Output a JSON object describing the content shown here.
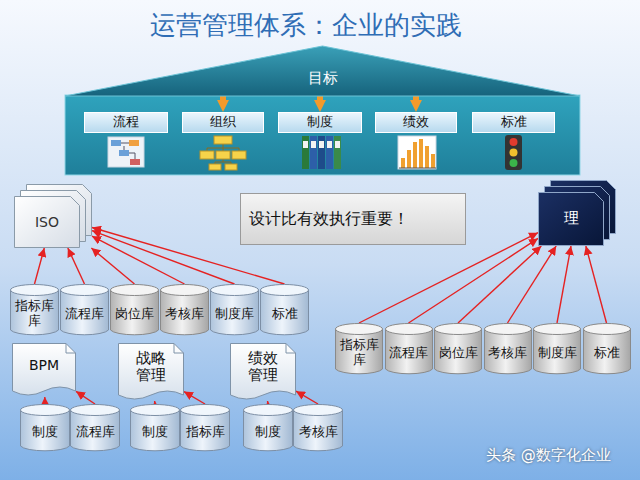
{
  "diagram": {
    "title": "运营管理体系：企业的实践",
    "nodes": [
      {
        "text": [
          "目标"
        ]
      },
      {
        "text": [
          "流程"
        ]
      },
      {
        "text": [
          "组织"
        ]
      },
      {
        "text": [
          "制度"
        ]
      },
      {
        "text": [
          "绩效"
        ]
      },
      {
        "text": [
          "标准"
        ]
      },
      {
        "text": [
          "ISO"
        ]
      },
      {
        "text": [
          "设计比有效执行重要！"
        ]
      },
      {
        "text": [
          "理"
        ]
      },
      {
        "text": [
          "指标库库"
        ]
      },
      {
        "text": [
          "流程库"
        ]
      },
      {
        "text": [
          "岗位库"
        ]
      },
      {
        "text": [
          "考核库"
        ]
      },
      {
        "text": [
          "制度库"
        ]
      },
      {
        "text": [
          "标准"
        ]
      },
      {
        "text": [
          "指标库库"
        ]
      },
      {
        "text": [
          "流程库"
        ]
      },
      {
        "text": [
          "岗位库"
        ]
      },
      {
        "text": [
          "考核库"
        ]
      },
      {
        "text": [
          "制度库"
        ]
      },
      {
        "text": [
          "标准"
        ]
      },
      {
        "text": [
          "BPM"
        ]
      },
      {
        "text": [
          "战略管理"
        ]
      },
      {
        "text": [
          "绩效管理"
        ]
      },
      {
        "text": [
          "制度"
        ]
      },
      {
        "text": [
          "流程库"
        ]
      },
      {
        "text": [
          "制度"
        ]
      },
      {
        "text": [
          "指标库"
        ]
      },
      {
        "text": [
          "制度"
        ]
      },
      {
        "text": [
          "考核库"
        ]
      }
    ],
    "edges": [
      {
        "from": 0,
        "to": 2,
        "arrow": "to"
      },
      {
        "from": 0,
        "to": 3,
        "arrow": "to"
      },
      {
        "from": 0,
        "to": 4,
        "arrow": "to"
      },
      {
        "from": 9,
        "to": 6,
        "arrow": "to"
      },
      {
        "from": 10,
        "to": 6,
        "arrow": "to"
      },
      {
        "from": 11,
        "to": 6,
        "arrow": "to"
      },
      {
        "from": 12,
        "to": 6,
        "arrow": "to"
      },
      {
        "from": 13,
        "to": 6,
        "arrow": "to"
      },
      {
        "from": 14,
        "to": 6,
        "arrow": "to"
      },
      {
        "from": 15,
        "to": 8,
        "arrow": "to"
      },
      {
        "from": 16,
        "to": 8,
        "arrow": "to"
      },
      {
        "from": 17,
        "to": 8,
        "arrow": "to"
      },
      {
        "from": 18,
        "to": 8,
        "arrow": "to"
      },
      {
        "from": 19,
        "to": 8,
        "arrow": "to"
      },
      {
        "from": 20,
        "to": 8,
        "arrow": "to"
      },
      {
        "from": 24,
        "to": 21,
        "arrow": "to"
      },
      {
        "from": 25,
        "to": 21,
        "arrow": "to"
      },
      {
        "from": 26,
        "to": 22,
        "arrow": "to"
      },
      {
        "from": 27,
        "to": 22,
        "arrow": "to"
      },
      {
        "from": 28,
        "to": 23,
        "arrow": "to"
      },
      {
        "from": 29,
        "to": 23,
        "arrow": "to"
      }
    ],
    "labels": [
      "头条 @数字化企业"
    ]
  }
}
